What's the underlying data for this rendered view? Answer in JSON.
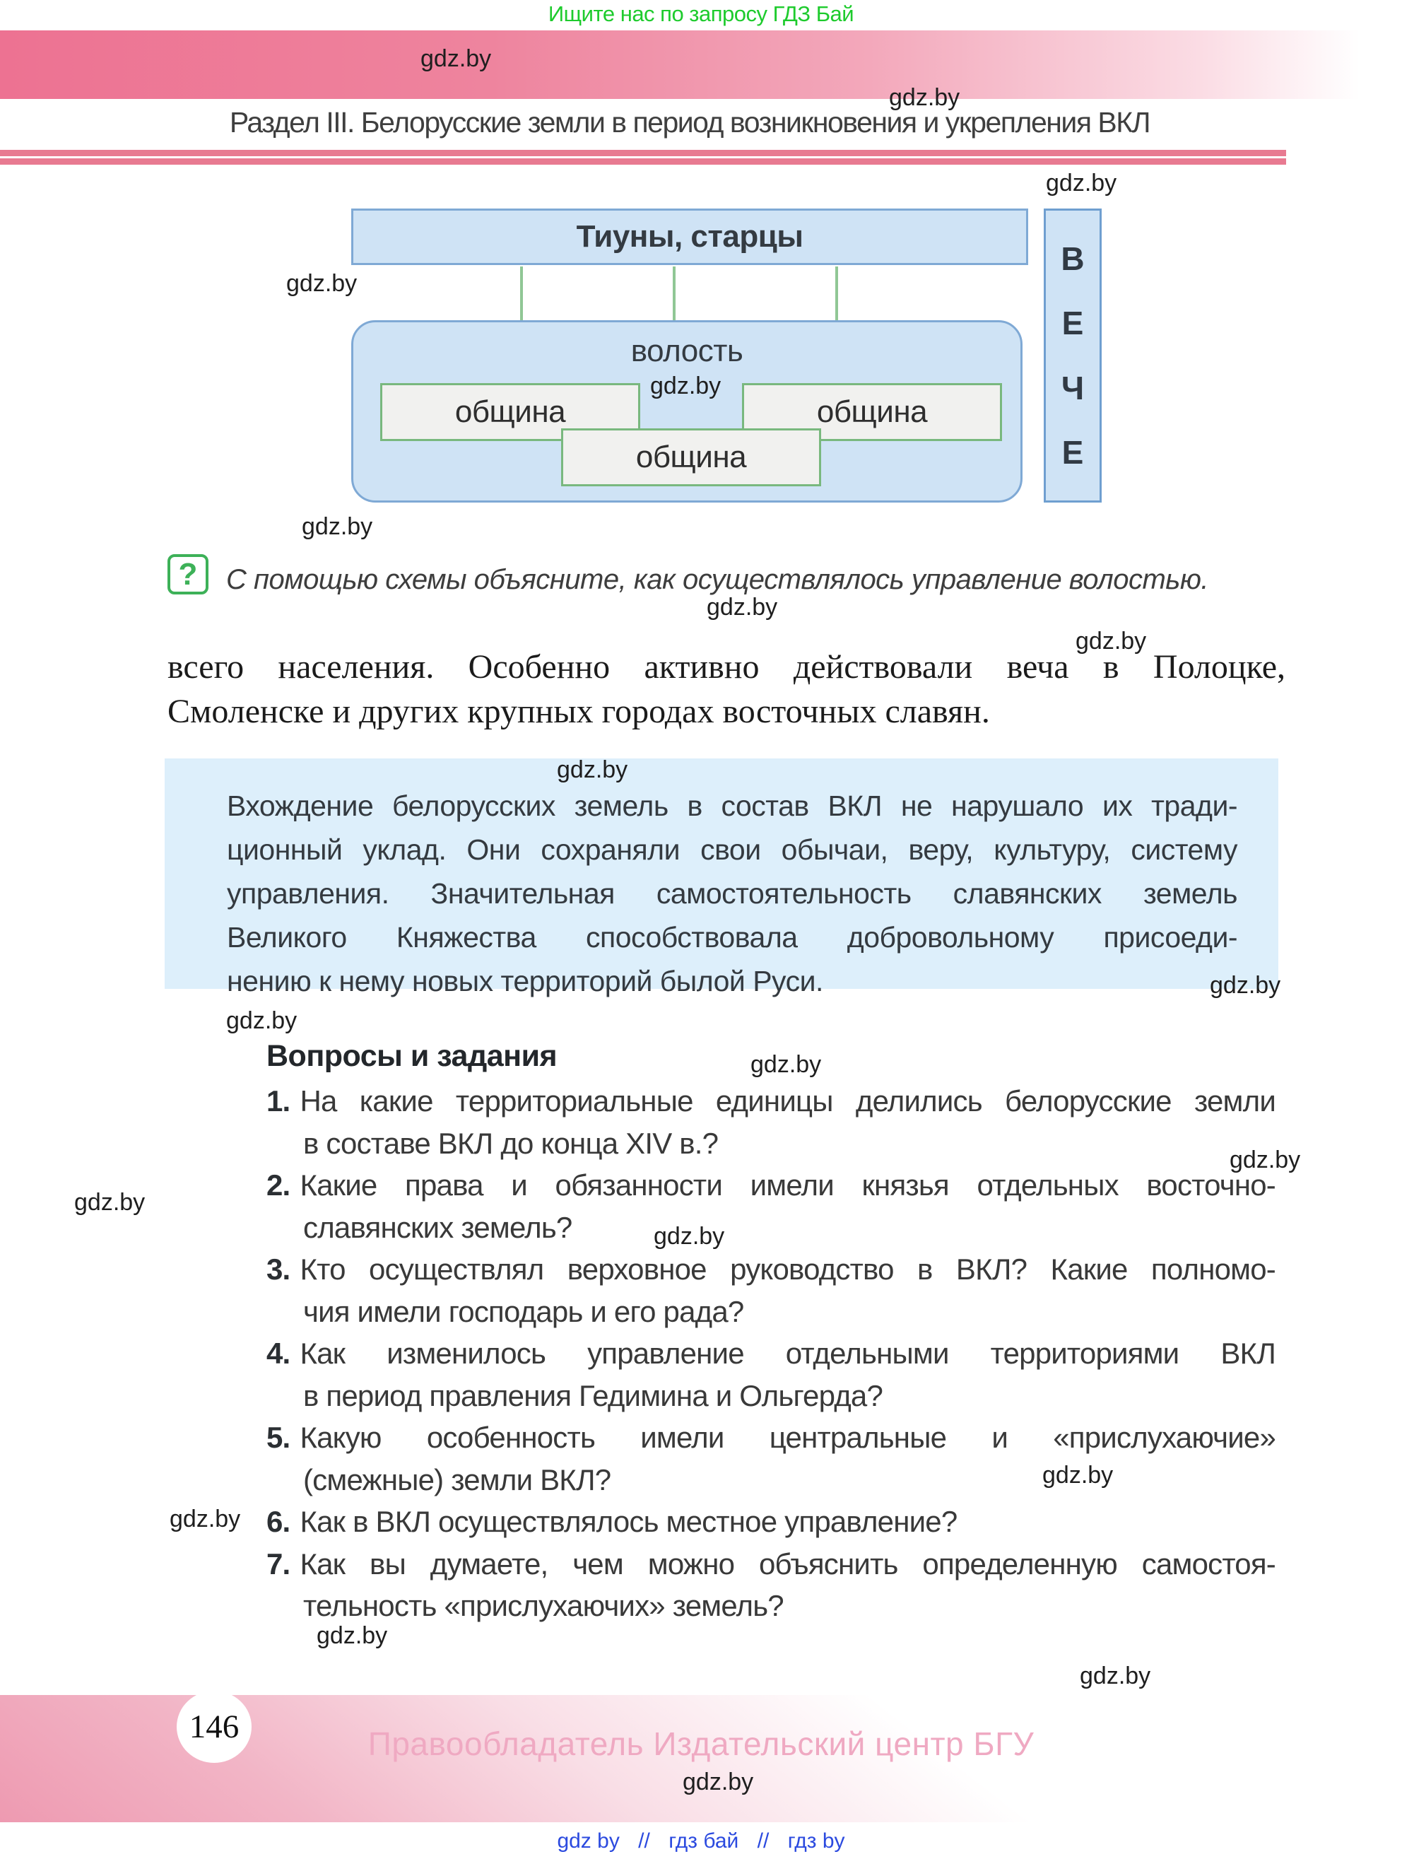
{
  "page": {
    "top_banner": "Ищите нас по запросу ГДЗ Бай",
    "watermark": "gdz.by",
    "section_header": "Раздел III. Белорусские земли в период возникновения и укрепления ВКЛ"
  },
  "diagram": {
    "top_box": "Тиуны, старцы",
    "volost_label": "волость",
    "communities": [
      "община",
      "община",
      "община"
    ],
    "veche_letters": [
      "В",
      "Е",
      "Ч",
      "Е"
    ]
  },
  "question_icon_glyph": "?",
  "question_prompt": "С помощью схемы объясните, как осуществлялось управление волостью.",
  "paragraph": {
    "line1": "всего населения. Особенно активно действовали веча в Полоцке,",
    "line2": "Смоленске и других крупных городах восточных славян."
  },
  "info_box": {
    "lines": [
      "Вхождение белорусских земель в состав ВКЛ не нарушало их тради-",
      "ционный уклад. Они сохраняли свои обычаи, веру, культуру, систему",
      "управления. Значительная самостоятельность славянских земель",
      "Великого Княжества способствовала добровольному присоеди-",
      "нению к нему новых территорий былой Руси."
    ]
  },
  "questions": {
    "heading": "Вопросы и задания",
    "items": [
      {
        "num": "1.",
        "lines": [
          "На какие территориальные единицы делились белорусские земли",
          "в составе ВКЛ до конца XIV в.?"
        ]
      },
      {
        "num": "2.",
        "lines": [
          "Какие права и обязанности имели князья отдельных восточно-",
          "славянских земель?"
        ]
      },
      {
        "num": "3.",
        "lines": [
          "Кто осуществлял верховное руководство в ВКЛ? Какие полномо-",
          "чия имели господарь и его рада?"
        ]
      },
      {
        "num": "4.",
        "lines": [
          "Как изменилось управление отдельными территориями ВКЛ",
          "в период правления Гедимина и Ольгерда?"
        ]
      },
      {
        "num": "5.",
        "lines": [
          "Какую особенность имели центральные и «прислухаючие»",
          "(смежные) земли ВКЛ?"
        ]
      },
      {
        "num": "6.",
        "lines": [
          "Как в ВКЛ осуществлялось местное управление?"
        ]
      },
      {
        "num": "7.",
        "lines": [
          "Как вы думаете, чем можно объяснить определенную самостоя-",
          "тельность «прислухаючих» земель?"
        ]
      }
    ]
  },
  "footer": {
    "page_number": "146",
    "copyright": "Правообладатель Издательский центр БГУ",
    "links": [
      "gdz by",
      "//",
      "гдз бай",
      "//",
      "гдз by"
    ]
  },
  "colors": {
    "accent_pink": "#ed7292",
    "rule_pink": "#e87a91",
    "diagram_fill": "#cfe3f5",
    "diagram_border": "#7fa9d5",
    "community_border": "#79b87e",
    "connector_green": "#90c795",
    "info_box_fill": "#ddeffb",
    "icon_green": "#3db158",
    "banner_green": "#1ecb2d",
    "copyright_pink": "#efa9c2",
    "link_blue": "#2b4adf"
  }
}
